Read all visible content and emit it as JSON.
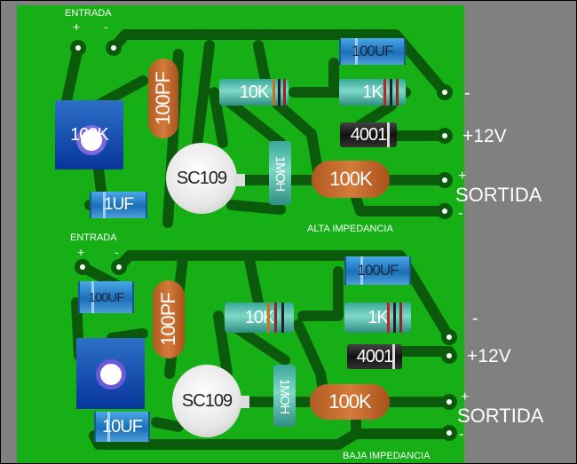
{
  "top_circuit": {
    "input_label": "ENTRADA",
    "input_plus": "+",
    "input_minus": "-",
    "cap_100uf": "100UF",
    "res_10k": "10K",
    "res_1k": "1K",
    "diode": "4001",
    "cap_100pf": "100PF",
    "pot": "100K",
    "transistor": "SC109",
    "res_1moh": "1MOH",
    "res_100k": "100K",
    "cap_1uf": "1UF",
    "supply_minus": "-",
    "supply_plus": "+12V",
    "out_plus": "+",
    "out_label": "SORTIDA",
    "out_minus": "-",
    "impedance_label": "ALTA  IMPEDANCIA"
  },
  "bottom_circuit": {
    "input_label": "ENTRADA",
    "input_plus": "+",
    "input_minus": "-",
    "cap_100uf_left": "100UF",
    "cap_100uf": "100UF",
    "res_10k": "10K",
    "res_1k": "1K",
    "diode": "4001",
    "cap_100pf": "100PF",
    "transistor": "SC109",
    "res_1moh": "1MOH",
    "res_100k": "100K",
    "cap_10uf": "10UF",
    "supply_minus": "-",
    "supply_plus": "+12V",
    "out_plus": "+",
    "out_label": "SORTIDA",
    "out_minus": "-",
    "impedance_label": "BAJA IMPEDANCIA"
  },
  "colors": {
    "board": "#16b016",
    "trace": "#0b5a0b",
    "background": "#808080"
  }
}
